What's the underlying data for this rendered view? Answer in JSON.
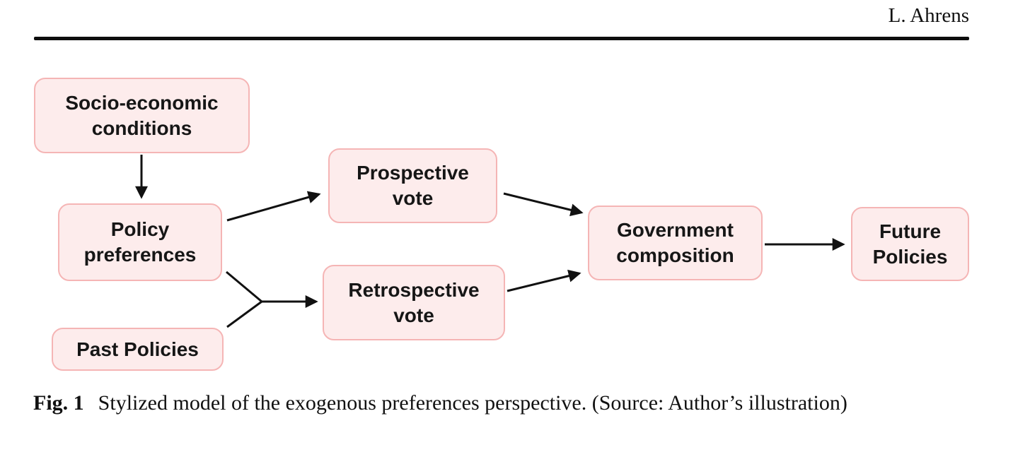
{
  "header": {
    "author": "L. Ahrens"
  },
  "diagram": {
    "nodes": [
      {
        "id": "socio-economic-conditions",
        "label": "Socio-economic\nconditions"
      },
      {
        "id": "policy-preferences",
        "label": "Policy\npreferences"
      },
      {
        "id": "past-policies",
        "label": "Past Policies"
      },
      {
        "id": "prospective-vote",
        "label": "Prospective\nvote"
      },
      {
        "id": "retrospective-vote",
        "label": "Retrospective\nvote"
      },
      {
        "id": "government-composition",
        "label": "Government\ncomposition"
      },
      {
        "id": "future-policies",
        "label": "Future\nPolicies"
      }
    ],
    "edges": [
      {
        "from": "socio-economic-conditions",
        "to": "policy-preferences"
      },
      {
        "from": "policy-preferences",
        "to": "prospective-vote"
      },
      {
        "from": "policy-preferences",
        "to": "retrospective-vote"
      },
      {
        "from": "past-policies",
        "to": "retrospective-vote"
      },
      {
        "from": "prospective-vote",
        "to": "government-composition"
      },
      {
        "from": "retrospective-vote",
        "to": "government-composition"
      },
      {
        "from": "government-composition",
        "to": "future-policies"
      }
    ],
    "colors": {
      "node_fill": "#fdecec",
      "node_border": "#f5b5b5",
      "arrow": "#111111"
    }
  },
  "caption": {
    "label": "Fig. 1",
    "text": "Stylized model of the exogenous preferences perspective. (Source: Author’s illustration)"
  }
}
